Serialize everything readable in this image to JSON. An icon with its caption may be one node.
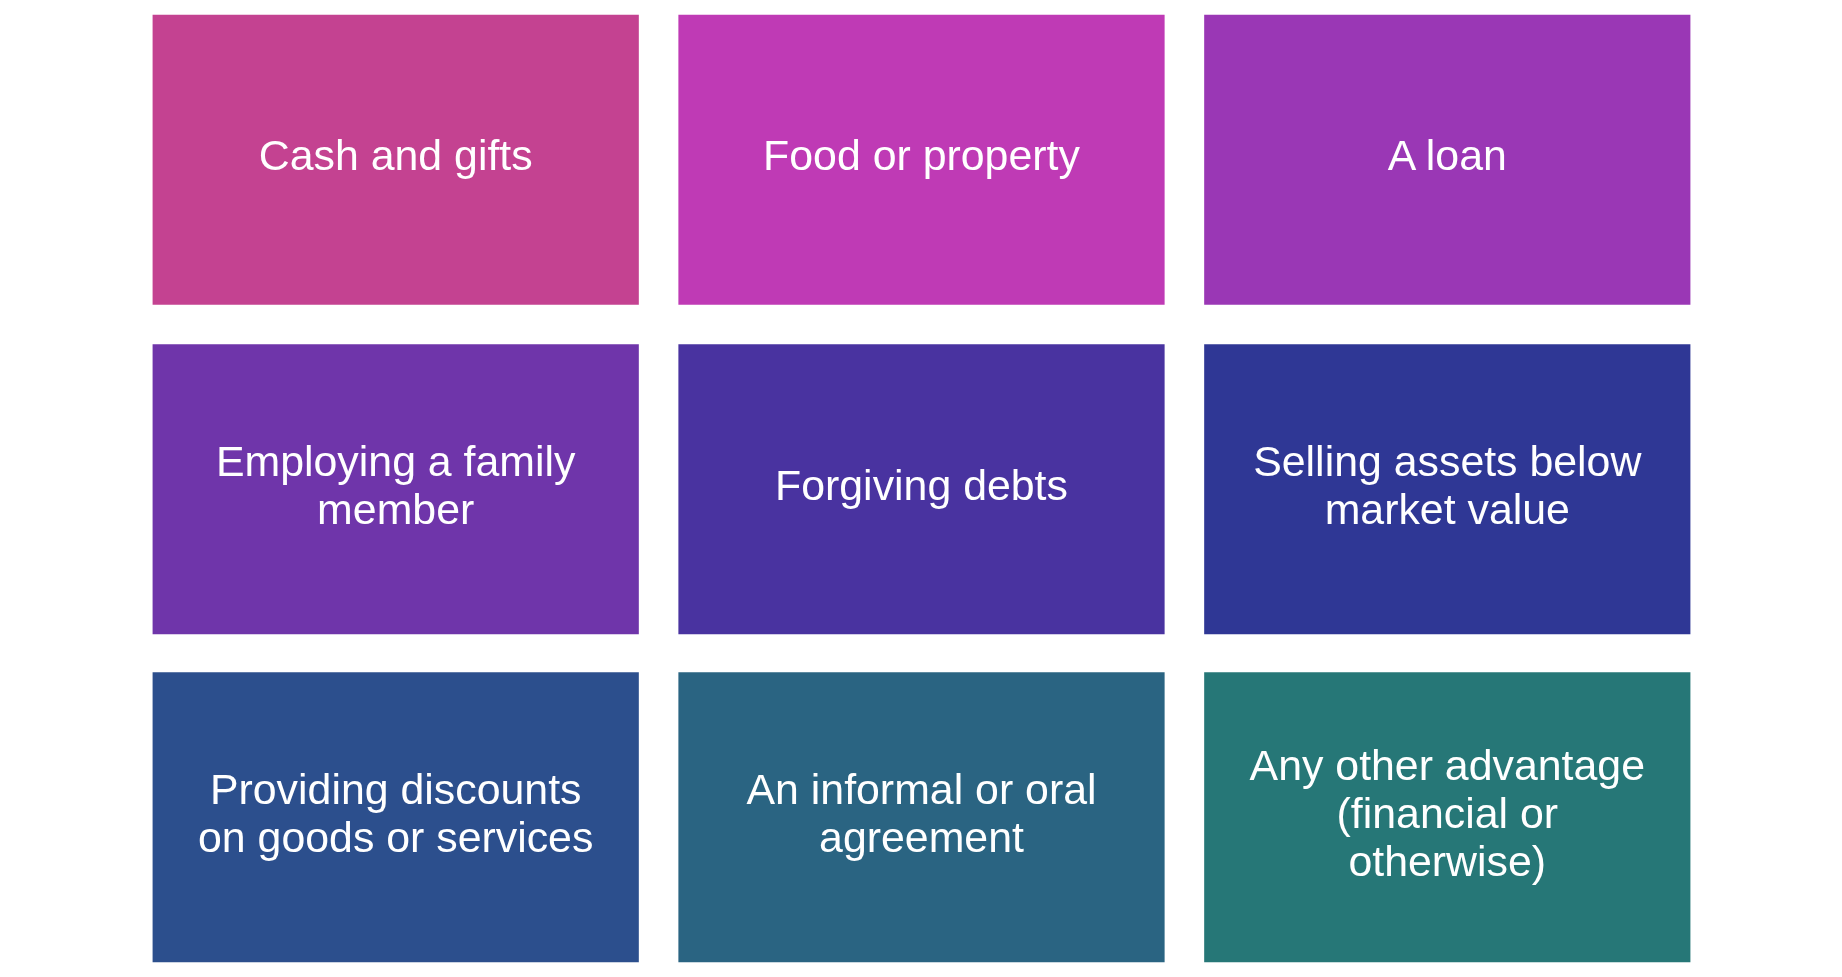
{
  "diagram": {
    "nodes": [
      {
        "text": [
          "Cash and gifts"
        ]
      },
      {
        "text": [
          "Food or property"
        ]
      },
      {
        "text": [
          "A loan"
        ]
      },
      {
        "text": [
          "Employing a family member"
        ]
      },
      {
        "text": [
          "Forgiving debts"
        ]
      },
      {
        "text": [
          "Selling assets below market value"
        ]
      },
      {
        "text": [
          "Providing discounts on goods or services"
        ]
      },
      {
        "text": [
          "An informal or oral agreement"
        ]
      },
      {
        "text": [
          "Any other advantage (financial or otherwise)"
        ]
      }
    ],
    "edges": []
  }
}
